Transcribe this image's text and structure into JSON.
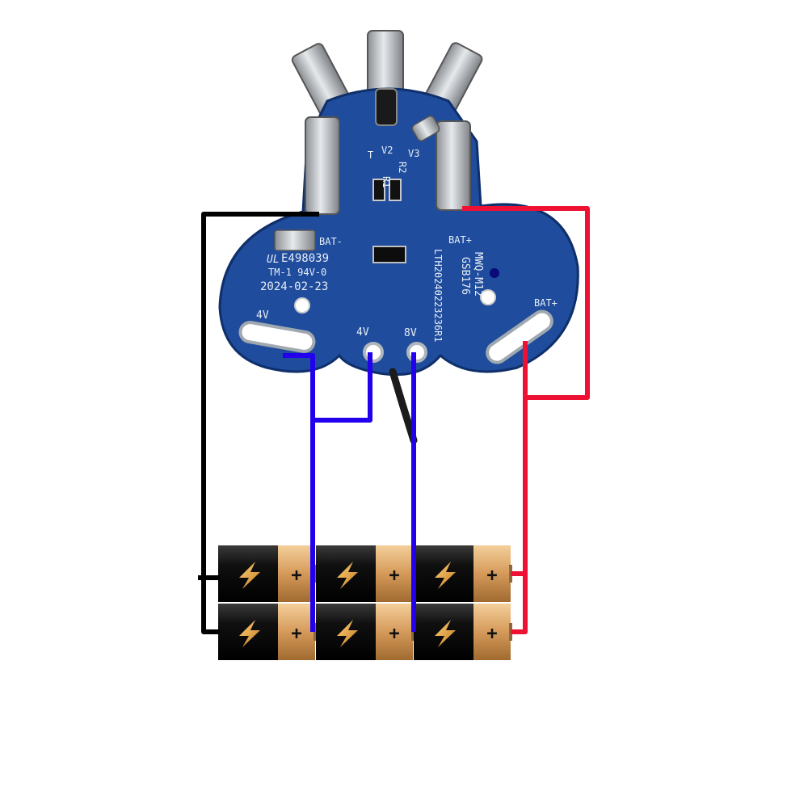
{
  "board": {
    "marks": {
      "t": "T",
      "v2": "V2",
      "v3": "V3",
      "r1": "R1",
      "r2": "R2",
      "bat_minus": "BAT-",
      "bat_plus_top": "BAT+",
      "bat_plus_right": "BAT+",
      "cert": "E498039",
      "ul_mark": "UL",
      "grade": "TM-1  94V-0",
      "date": "2024-02-23",
      "model": "MWQ-M12",
      "part": "GSB176",
      "serial": "LTH20240223236R1",
      "pad_4v_left": "4V",
      "pad_4v": "4V",
      "pad_8v": "8V"
    }
  },
  "colors": {
    "pcb": "#1f4c9c",
    "pcb_dark": "#163a7a",
    "wire_negative": "#000000",
    "wire_positive": "#ee1133",
    "wire_balance": "#2200ee",
    "battery_body": "#1a1a1a",
    "battery_cap": "#d8a060",
    "bolt": "#e8a040",
    "metal": "#c8ccd0"
  },
  "icons": [
    "lightning-bolt-icon",
    "plus-icon"
  ],
  "cells": {
    "rows": 2,
    "columns": 3,
    "terminal_label": "+"
  }
}
